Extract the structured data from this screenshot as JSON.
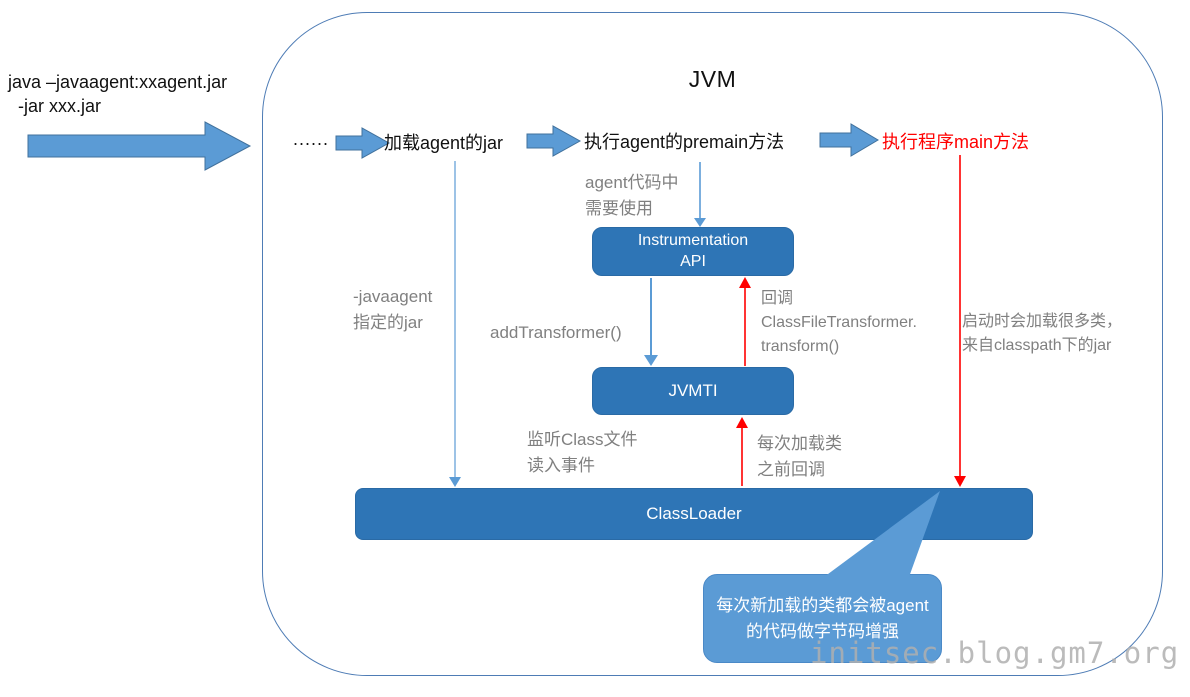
{
  "command": {
    "line1": "java –javaagent:xxagent.jar",
    "line2": "-jar xxx.jar"
  },
  "jvm_title": "JVM",
  "flow": {
    "dots": "......",
    "step_load_jar": "加载agent的jar",
    "step_premain": "执行agent的premain方法",
    "step_main": "执行程序main方法"
  },
  "boxes": {
    "instrumentation": "Instrumentation\nAPI",
    "jvmti": "JVMTI",
    "classloader": "ClassLoader"
  },
  "labels": {
    "agent_code": "agent代码中\n需要使用",
    "javaagent_jar": "-javaagent\n指定的jar",
    "add_transformer": "addTransformer()",
    "callback_transform": "回调\nClassFileTransformer.\ntransform()",
    "startup_load": "启动时会加载很多类，\n来自classpath下的jar",
    "listen_class": "监听Class文件\n读入事件",
    "each_load": "每次加载类\n之前回调"
  },
  "callout": "每次新加载的类都会被agent的代码做字节码增强",
  "watermark": "initsec.blog.gm7.org",
  "colors": {
    "box_blue": "#2E75B6",
    "arrow_fill": "#5B9BD5",
    "arrow_border": "#41719C",
    "light_line": "#9DC3E6",
    "red": "#FF0000",
    "gray_text": "#808080",
    "jvm_border": "#4E7CB5"
  }
}
